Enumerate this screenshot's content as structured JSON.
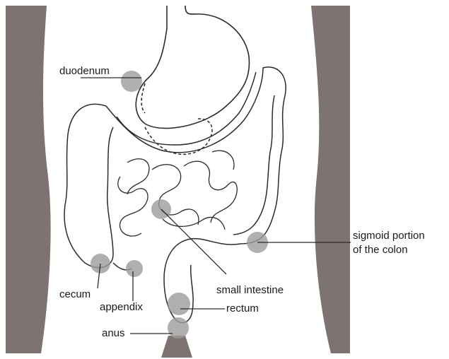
{
  "colors": {
    "body_shading": "#7d7370",
    "organ_line": "#2b2b2b",
    "marker_spot": "#9e9b9b",
    "background": "#ffffff"
  },
  "labels": {
    "duodenum": "duodenum",
    "cecum": "cecum",
    "appendix": "appendix",
    "anus": "anus",
    "rectum": "rectum",
    "small_intestine": "small intestine",
    "sigmoid_line1": "sigmoid portion",
    "sigmoid_line2": "of the colon"
  }
}
